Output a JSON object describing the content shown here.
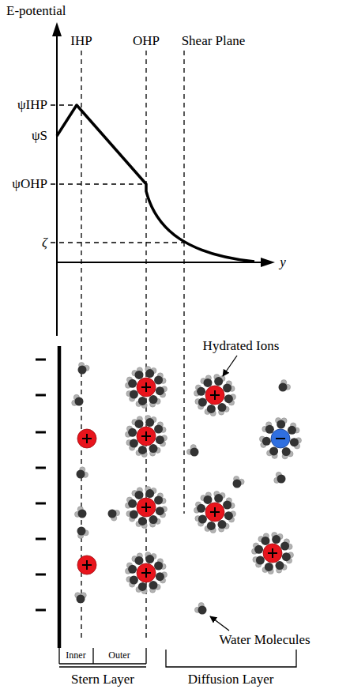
{
  "diagram": {
    "labels": [
      "E-potential",
      "IHP",
      "OHP",
      "Shear Plane",
      "ψIHP",
      "ψS",
      "ψOHP",
      "ζ",
      "y",
      "Hydrated Ions",
      "Water Molecules",
      "Inner",
      "Outer",
      "Stern Layer",
      "Diffusion Layer"
    ]
  }
}
